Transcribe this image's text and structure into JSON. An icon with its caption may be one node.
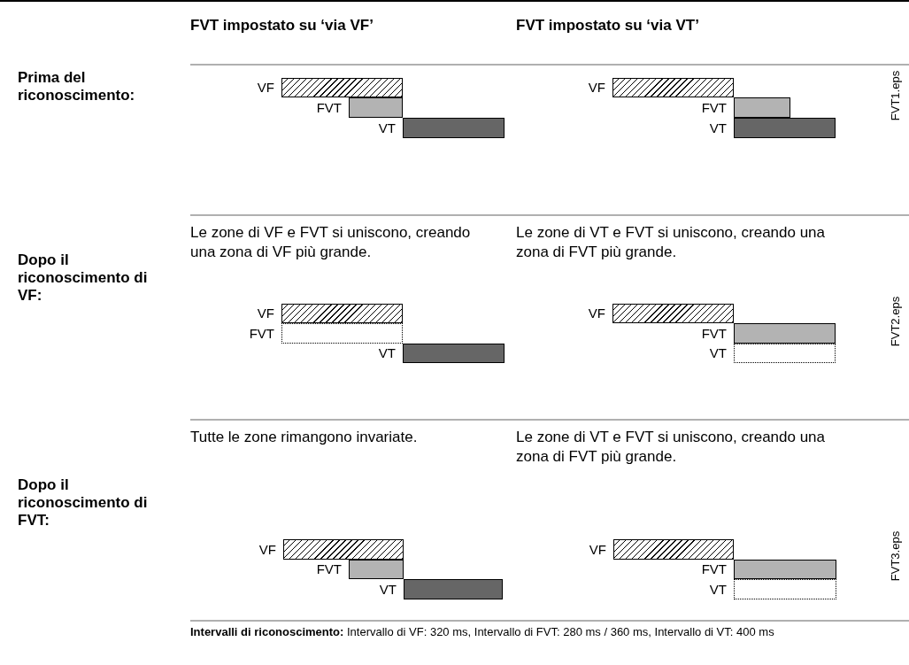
{
  "diagram": {
    "nodes": [
      {
        "text": [],
        "shape": "bar",
        "beside": [
          "VF"
        ]
      },
      {
        "text": [],
        "shape": "bar",
        "beside": [
          "FVT"
        ]
      },
      {
        "text": [],
        "shape": "bar",
        "beside": [
          "VT"
        ]
      },
      {
        "text": [],
        "shape": "bar",
        "beside": [
          "VF"
        ]
      },
      {
        "text": [],
        "shape": "bar",
        "beside": [
          "FVT"
        ]
      },
      {
        "text": [],
        "shape": "bar",
        "beside": [
          "VT"
        ]
      },
      {
        "text": [],
        "shape": "bar",
        "beside": [
          "VF"
        ]
      },
      {
        "text": [],
        "shape": "bar",
        "beside": [
          "FVT"
        ]
      },
      {
        "text": [],
        "shape": "bar",
        "beside": [
          "VT"
        ]
      },
      {
        "text": [],
        "shape": "bar",
        "beside": [
          "VF"
        ]
      },
      {
        "text": [],
        "shape": "bar",
        "beside": [
          "FVT"
        ]
      },
      {
        "text": [],
        "shape": "bar",
        "beside": [
          "VT"
        ]
      },
      {
        "text": [],
        "shape": "bar",
        "beside": [
          "VF"
        ]
      },
      {
        "text": [],
        "shape": "bar",
        "beside": [
          "FVT"
        ]
      },
      {
        "text": [],
        "shape": "bar",
        "beside": [
          "VT"
        ]
      },
      {
        "text": [],
        "shape": "bar",
        "beside": [
          "VF"
        ]
      },
      {
        "text": [],
        "shape": "bar",
        "beside": [
          "FVT"
        ]
      },
      {
        "text": [],
        "shape": "bar",
        "beside": [
          "VT"
        ]
      }
    ],
    "labels": [
      "FVT impostato su ‘via VF’",
      "FVT impostato su ‘via VT’",
      "Prima del riconoscimento:",
      "FVT1.eps",
      "Dopo il riconoscimento di VF:",
      "Le zone di VF e FVT si uniscono, creando una zona di VF più grande.",
      "Le zone di VT e FVT si uniscono, creando una zona di FVT più grande.",
      "FVT2.eps",
      "Dopo il riconoscimento di FVT:",
      "Tutte le zone rimangono invariate.",
      "Le zone di VT e FVT si uniscono, creando una zona di FVT più grande.",
      "FVT3.eps",
      "**Intervalli di riconoscimento:** Intervallo di VF: 320 ms, Intervallo di FVT: 280 ms / 360 ms, Intervallo di VT: 400 ms"
    ]
  }
}
